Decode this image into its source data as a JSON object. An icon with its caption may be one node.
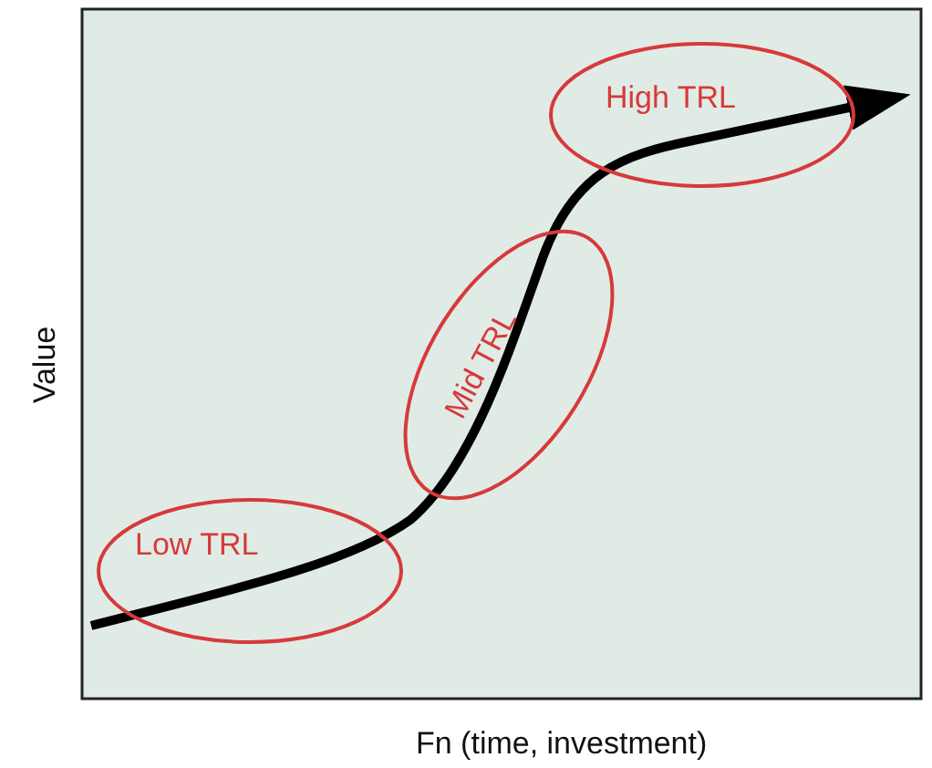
{
  "diagram": {
    "nodes": [
      {
        "text": [
          "Low TRL"
        ]
      },
      {
        "text": [
          "Mid TRL"
        ]
      },
      {
        "text": [
          "High TRL"
        ]
      }
    ],
    "labels": [
      "Value",
      "Fn (time, investment)"
    ]
  }
}
